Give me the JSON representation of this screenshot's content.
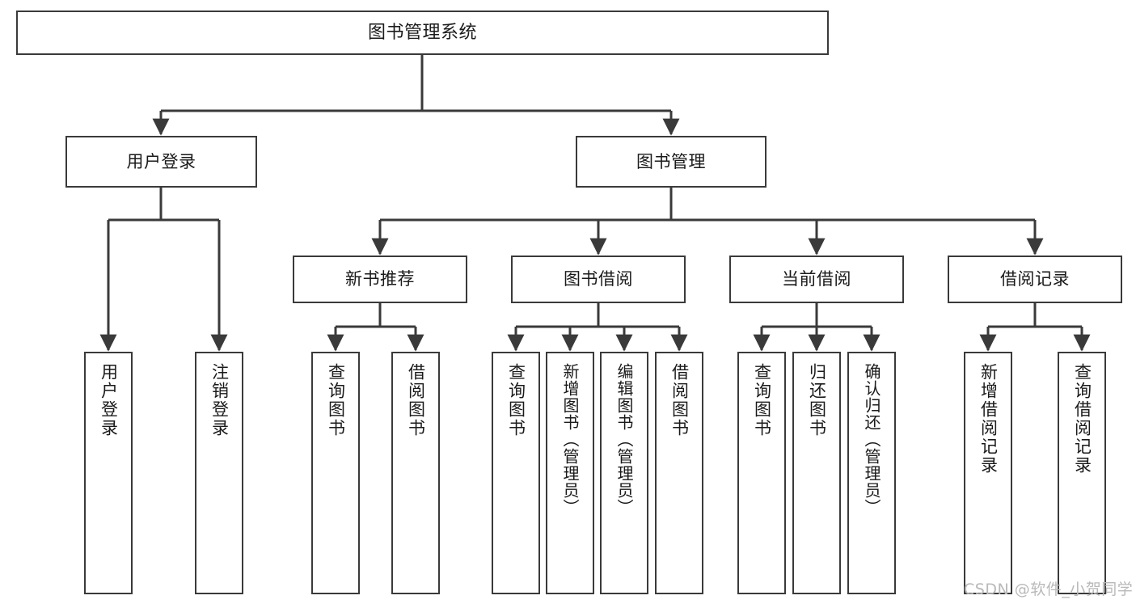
{
  "diagram": {
    "title": "图书管理系统",
    "type": "功能结构图",
    "watermark": "CSDN @软件_小贺同学",
    "colors": {
      "border": "#3a3a3a",
      "fill": "#ffffff",
      "edge": "#3a3a3a",
      "text": "#1a1a1a",
      "watermark": "#b9b9b9"
    },
    "levels": {
      "root": "图书管理系统",
      "level2": [
        "用户登录",
        "图书管理"
      ],
      "level3": [
        "新书推荐",
        "图书借阅",
        "当前借阅",
        "借阅记录"
      ]
    },
    "nodes": {
      "root": {
        "label": "图书管理系统"
      },
      "user_login": {
        "label": "用户登录"
      },
      "book_manage": {
        "label": "图书管理"
      },
      "new_book_rec": {
        "label": "新书推荐"
      },
      "book_borrow": {
        "label": "图书借阅"
      },
      "current_borrow": {
        "label": "当前借阅"
      },
      "borrow_record": {
        "label": "借阅记录"
      },
      "leaf_user_login": {
        "label": "用户登录"
      },
      "leaf_logout": {
        "label": "注销登录"
      },
      "leaf_query_book_a": {
        "label": "查询图书"
      },
      "leaf_borrow_book_a": {
        "label": "借阅图书"
      },
      "leaf_query_book_b": {
        "label": "查询图书"
      },
      "leaf_add_book": {
        "label": "新增图书（管理员）"
      },
      "leaf_edit_book": {
        "label": "编辑图书（管理员）"
      },
      "leaf_borrow_book_b": {
        "label": "借阅图书"
      },
      "leaf_query_book_c": {
        "label": "查询图书"
      },
      "leaf_return_book": {
        "label": "归还图书"
      },
      "leaf_confirm_return": {
        "label": "确认归还（管理员）"
      },
      "leaf_add_record": {
        "label": "新增借阅记录"
      },
      "leaf_query_record": {
        "label": "查询借阅记录"
      }
    },
    "tree": [
      {
        "label": "图书管理系统",
        "children": [
          {
            "label": "用户登录",
            "children": [
              {
                "label": "用户登录"
              },
              {
                "label": "注销登录"
              }
            ]
          },
          {
            "label": "图书管理",
            "children": [
              {
                "label": "新书推荐",
                "children": [
                  {
                    "label": "查询图书"
                  },
                  {
                    "label": "借阅图书"
                  }
                ]
              },
              {
                "label": "图书借阅",
                "children": [
                  {
                    "label": "查询图书"
                  },
                  {
                    "label": "新增图书（管理员）"
                  },
                  {
                    "label": "编辑图书（管理员）"
                  },
                  {
                    "label": "借阅图书"
                  }
                ]
              },
              {
                "label": "当前借阅",
                "children": [
                  {
                    "label": "查询图书"
                  },
                  {
                    "label": "归还图书"
                  },
                  {
                    "label": "确认归还（管理员）"
                  }
                ]
              },
              {
                "label": "借阅记录",
                "children": [
                  {
                    "label": "新增借阅记录"
                  },
                  {
                    "label": "查询借阅记录"
                  }
                ]
              }
            ]
          }
        ]
      }
    ]
  }
}
